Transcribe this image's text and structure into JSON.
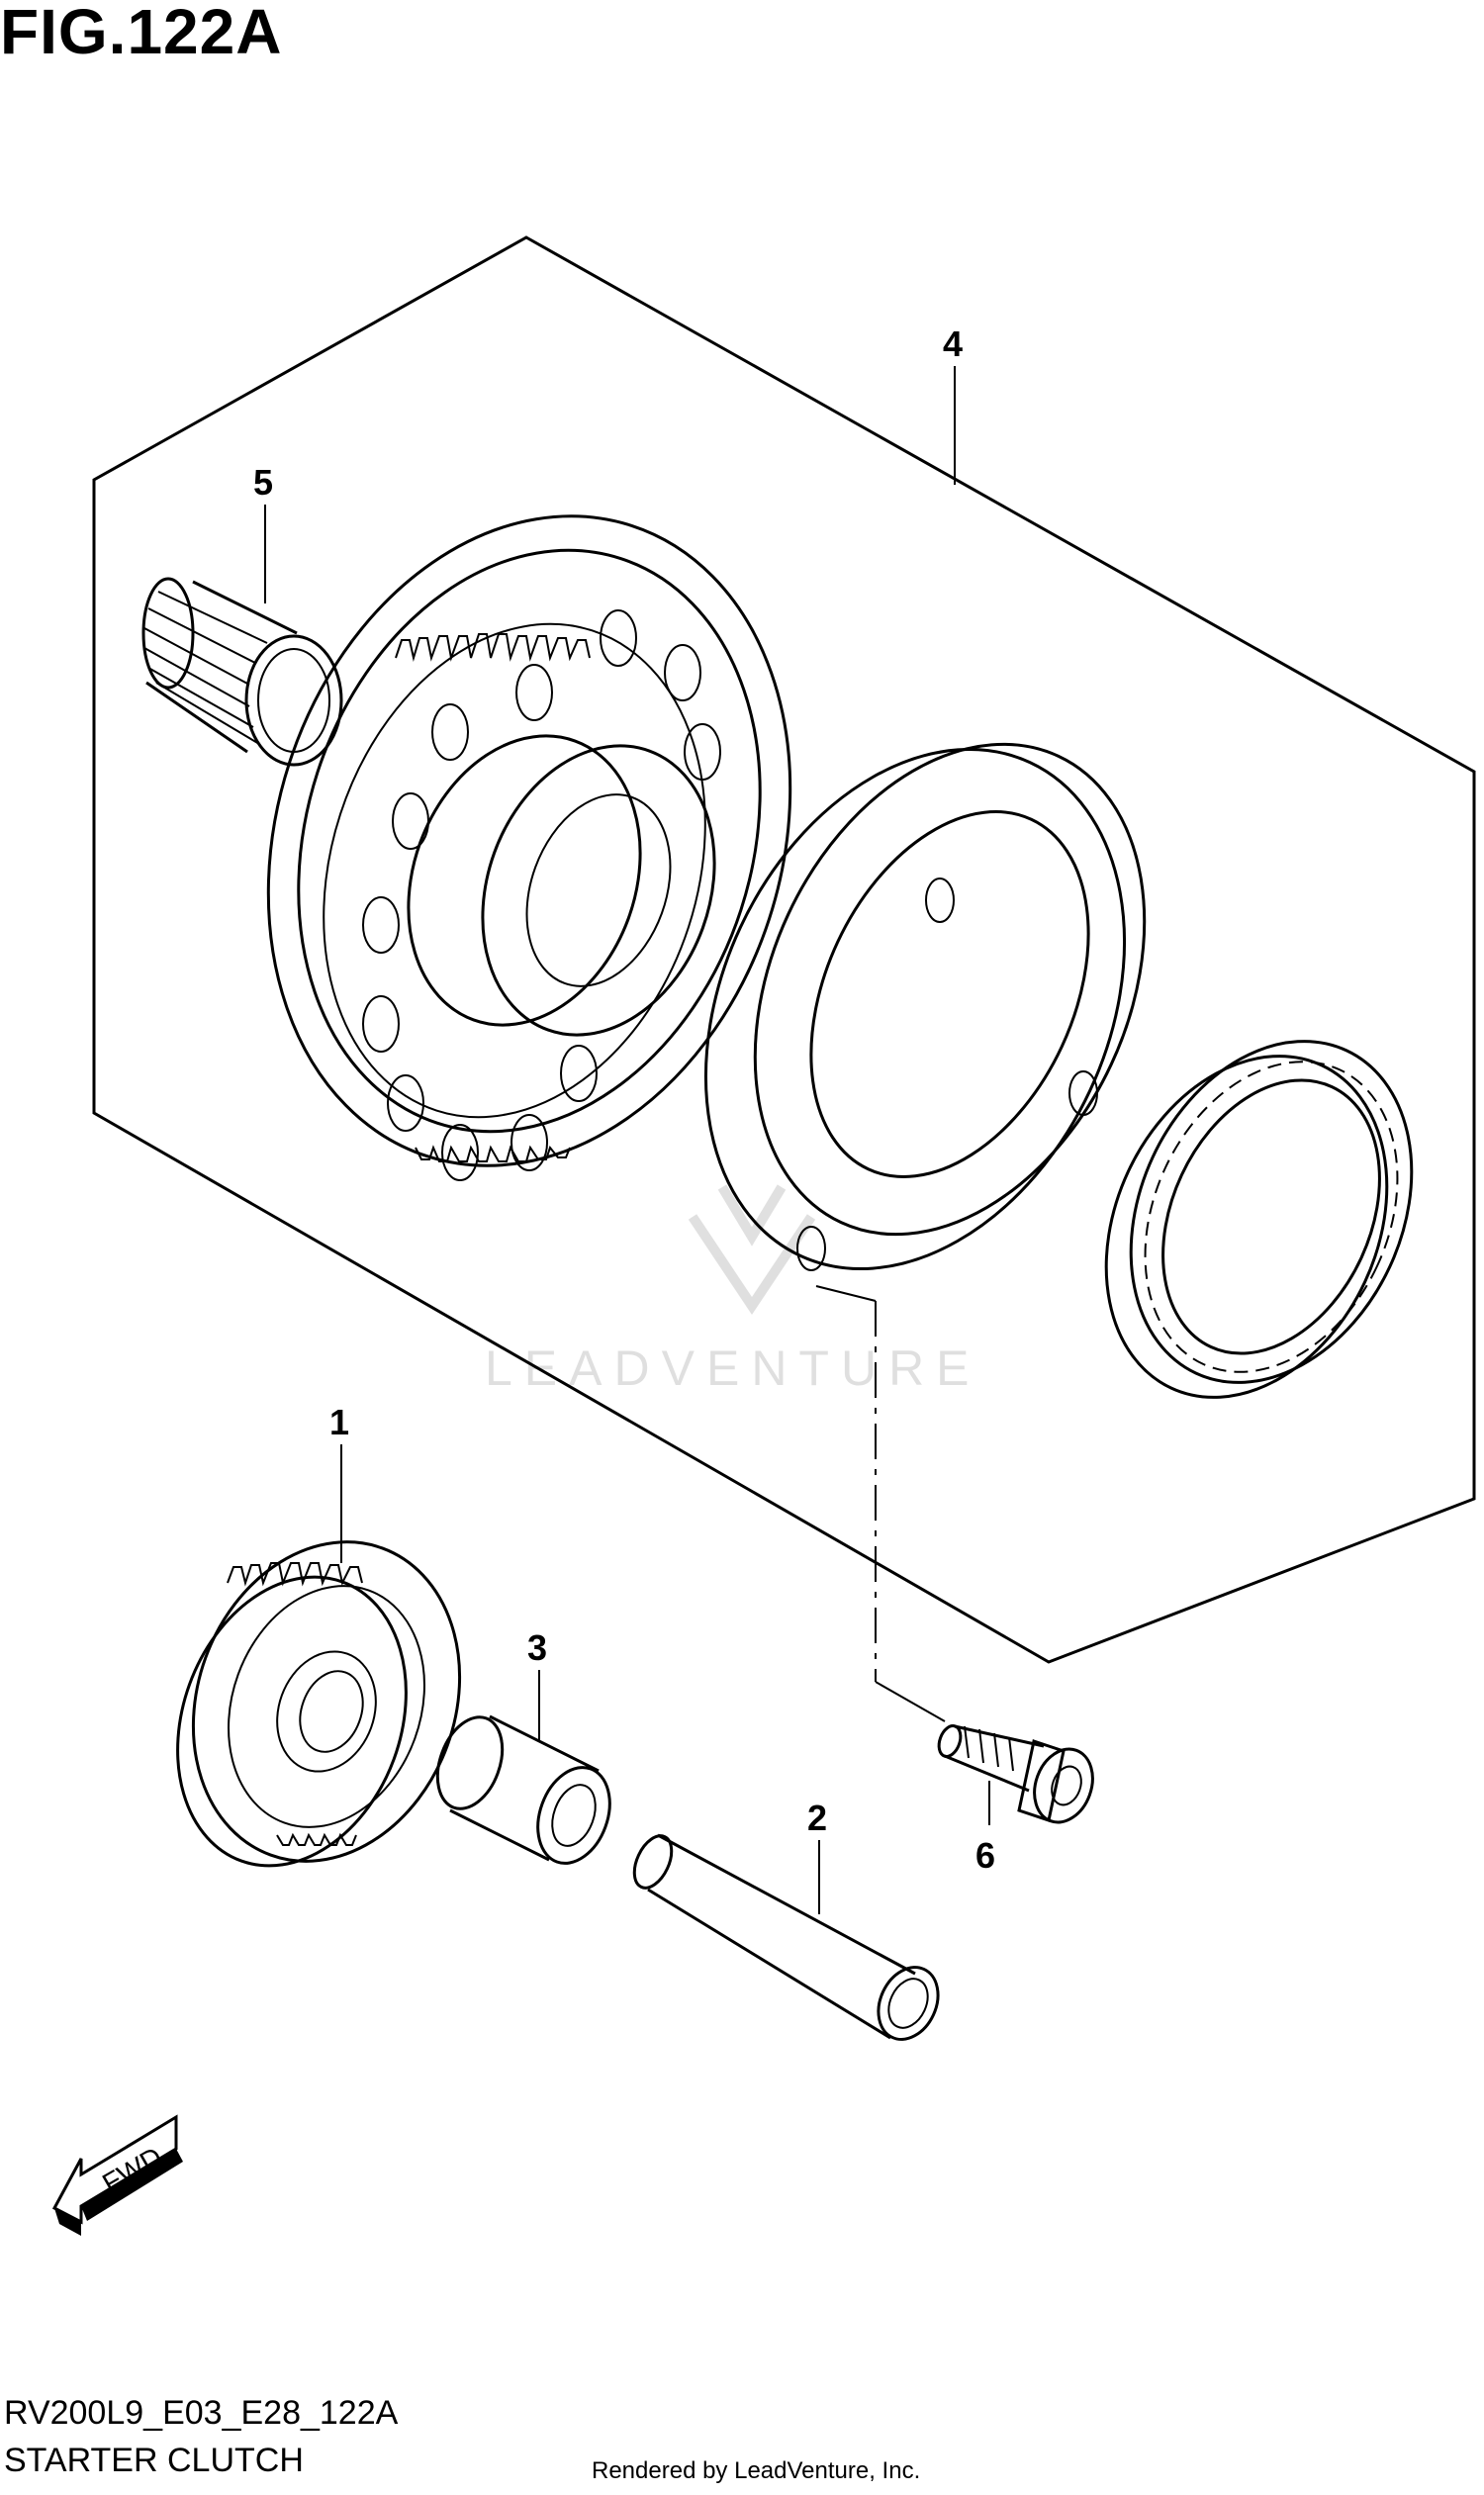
{
  "figure": {
    "title": "FIG.122A",
    "code": "RV200L9_E03_E28_122A",
    "subtitle": "STARTER CLUTCH",
    "rendered_by": "Rendered by LeadVenture, Inc.",
    "watermark": "LEADVENTURE",
    "fwd_label": "FWD"
  },
  "callouts": [
    {
      "number": "1",
      "part": "starter-driven-gear"
    },
    {
      "number": "2",
      "part": "shaft"
    },
    {
      "number": "3",
      "part": "bushing"
    },
    {
      "number": "4",
      "part": "starter-clutch-assembly"
    },
    {
      "number": "5",
      "part": "needle-bearing"
    },
    {
      "number": "6",
      "part": "bolt"
    }
  ]
}
